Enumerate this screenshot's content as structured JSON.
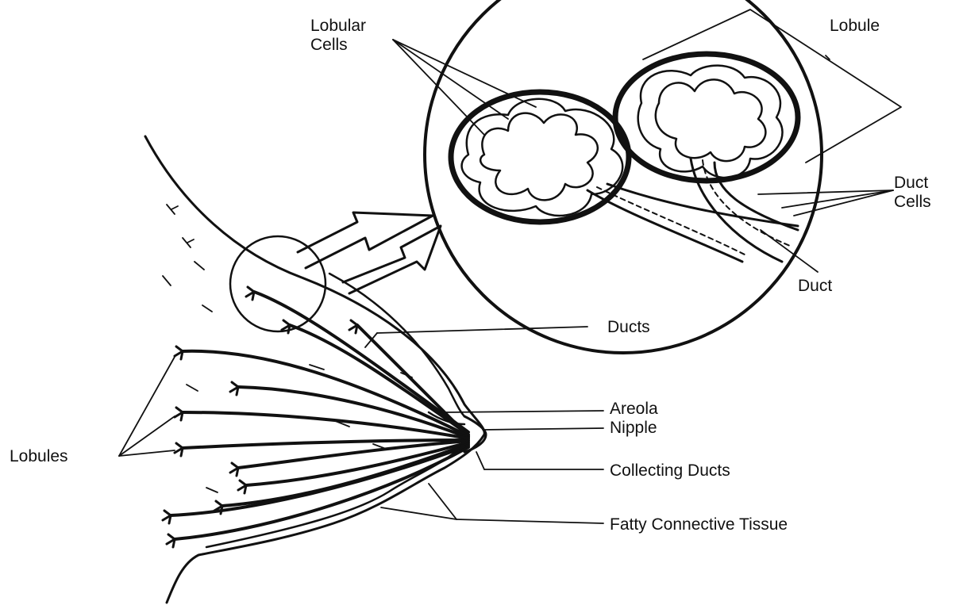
{
  "labels": {
    "lobular_cells_line1": "Lobular",
    "lobular_cells_line2": "Cells",
    "lobule": "Lobule",
    "duct_cells_line1": "Duct",
    "duct_cells_line2": "Cells",
    "duct": "Duct",
    "ducts": "Ducts",
    "areola": "Areola",
    "nipple": "Nipple",
    "collecting_ducts": "Collecting Ducts",
    "fatty_tissue": "Fatty Connective Tissue",
    "lobules": "Lobules"
  },
  "colors": {
    "ink": "#111111",
    "background": "#ffffff"
  }
}
